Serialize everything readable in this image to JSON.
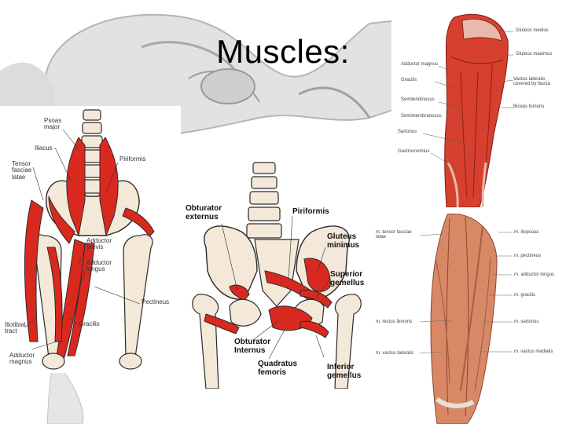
{
  "slide": {
    "title": "Muscles:"
  },
  "colors": {
    "muscle_red": "#d9291f",
    "bone": "#f4e8d8",
    "outline": "#2a2a2a",
    "background_gray": "#d8d8d8",
    "anatomy_muscle": "#c8624a"
  },
  "panel_hip_front": {
    "labels": {
      "psoas_major": "Psoas\nmajor",
      "iliacus": "Iliacus",
      "tensor_fasciae_latae": "Tensor\nfasciae\nlatae",
      "piriformis": "Piriformis",
      "adductor_brevis": "Adductor\nbrevis",
      "adductor_longus": "Adductor\nlongus",
      "pectineus": "Pectineus",
      "iliotibial_tract": "Iliotibial\ntract",
      "gracilis": "Gracilis",
      "adductor_magnus": "Adductor\nmagnus"
    }
  },
  "panel_pelvis_deep": {
    "labels": {
      "obturator_externus": "Obturator\nexternus",
      "piriformis": "Piriformis",
      "gluteus_minimus": "Gluteus\nminimus",
      "superior_gemellus": "Superior\ngemellus",
      "obturator_internus": "Obturator\nInternus",
      "quadratus_femoris": "Quadratus\nfemoris",
      "inferior_gemellus": "Inferior\ngemellus"
    }
  },
  "panel_thigh_back": {
    "labels": {
      "gluteus_medius": "Gluteus medius",
      "gluteus_maximus": "Gluteus maximus",
      "adductor_magnus": "Adductor magnus",
      "gracilis": "Gracilis",
      "semitendinosus": "Semitendinosus",
      "vastus_lateralis": "Vastus lateralis\ncovered by fascia",
      "biceps_femoris": "Biceps femoris",
      "semimembranosus": "Semimembranosus",
      "sartorius": "Sartorius",
      "gastrocnemius": "Gastrocnemius"
    }
  },
  "panel_thigh_front": {
    "labels": {
      "tensor_fasciae_latae": "m. tensor fasciae\nlatae",
      "iliopsoas": "m. iliopsoas",
      "pectineus": "m. pectineus",
      "adductor_longus": "m. adductor longus",
      "gracilis": "m. gracilis",
      "rectus_femoris": "m. rectus femoris",
      "sartorius": "m. sartorius",
      "vastus_lateralis": "m. vastus lateralis",
      "vastus_medialis": "m. vastus medialis"
    }
  }
}
